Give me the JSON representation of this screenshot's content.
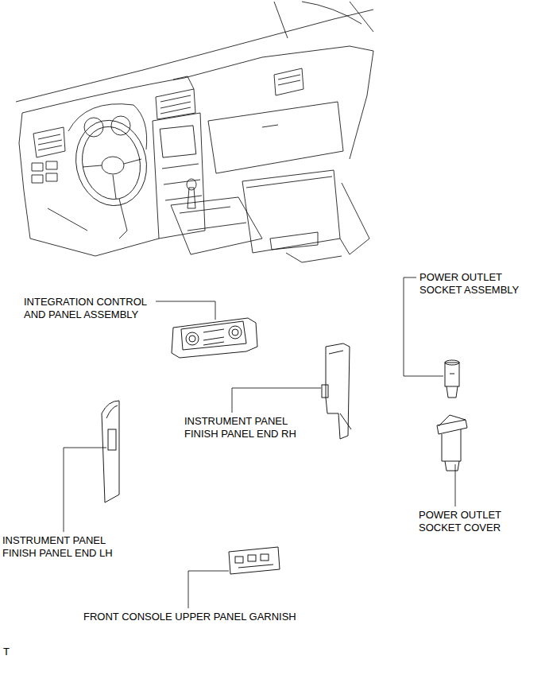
{
  "diagram": {
    "labels": [
      "INTEGRATION CONTROL AND PANEL ASSEMBLY",
      "POWER OUTLET SOCKET ASSEMBLY",
      "INSTRUMENT PANEL FINISH PANEL END RH",
      "INSTRUMENT PANEL FINISH PANEL END LH",
      "POWER OUTLET SOCKET COVER",
      "FRONT CONSOLE UPPER PANEL GARNISH",
      "T"
    ]
  }
}
